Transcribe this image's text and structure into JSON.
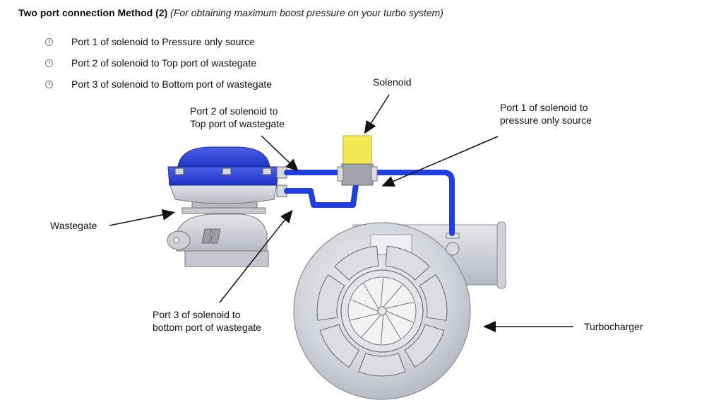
{
  "heading": {
    "bold": "Two port connection Method (2)",
    "italic": "(For obtaining maximum boost pressure on your turbo system)"
  },
  "steps": [
    {
      "icon": "clock-bullet-icon",
      "text": "Port 1 of solenoid to Pressure only source"
    },
    {
      "icon": "clock-bullet-icon",
      "text": "Port 2 of solenoid to Top port of wastegate"
    },
    {
      "icon": "clock-bullet-icon",
      "text": "Port 3 of solenoid to Bottom port of wastegate"
    }
  ],
  "callouts": {
    "solenoid": "Solenoid",
    "port2_line1": "Port 2 of solenoid to",
    "port2_line2": "Top port of wastegate",
    "port1_line1": "Port 1 of solenoid to",
    "port1_line2": "pressure only source",
    "wastegate": "Wastegate",
    "port3_line1": "Port 3 of solenoid to",
    "port3_line2": "bottom port of wastegate",
    "turbocharger": "Turbocharger"
  },
  "colors": {
    "hose": "#1f3fe0",
    "wastegate_cap": "#2b46d8",
    "solenoid": "#f2ea52",
    "metal": "#d4d5da"
  }
}
